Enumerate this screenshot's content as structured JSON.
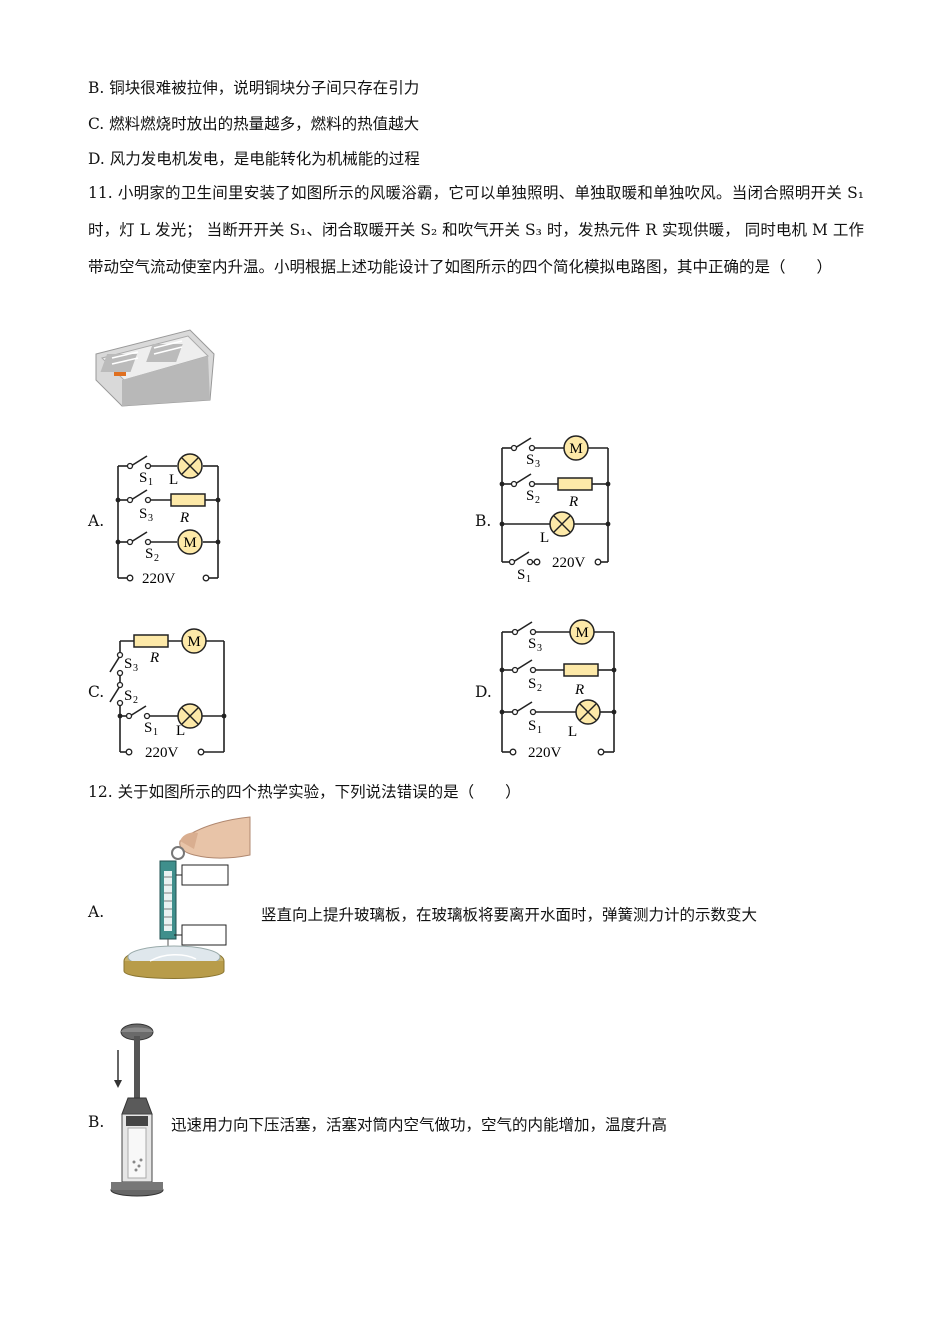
{
  "prev_options": [
    {
      "label": "B.",
      "text": "铜块很难被拉伸，说明铜块分子间只存在引力"
    },
    {
      "label": "C.",
      "text": "燃料燃烧时放出的热量越多，燃料的热值越大"
    },
    {
      "label": "D.",
      "text": "风力发电机发电，是电能转化为机械能的过程"
    }
  ],
  "q11": {
    "number": "11.",
    "text": "小明家的卫生间里安装了如图所示的风暖浴霸，它可以单独照明、单独取暖和单独吹风。当闭合照明开关 S₁ 时，灯 L 发光；  当断开开关 S₁、闭合取暖开关 S₂ 和吹气开关 S₃ 时，发热元件 R 实现供暖，  同时电机 M 工作带动空气流动使室内升温。小明根据上述功能设计了如图所示的四个简化模拟电路图，其中正确的是（　　）",
    "options": [
      "A.",
      "B.",
      "C.",
      "D."
    ],
    "circuit_labels": {
      "s1": "S",
      "s2": "S",
      "s3": "S",
      "sub1": "1",
      "sub2": "2",
      "sub3": "3",
      "lamp": "L",
      "resistor": "R",
      "motor": "M",
      "voltage": "220V"
    }
  },
  "q12": {
    "number": "12.",
    "text": "关于如图所示的四个热学实验，下列说法错误的是（　　）",
    "options": [
      {
        "label": "A.",
        "text": "竖直向上提升玻璃板，在玻璃板将要离开水面时，弹簧测力计的示数变大"
      },
      {
        "label": "B.",
        "text": "迅速用力向下压活塞，活塞对筒内空气做功，空气的内能增加，温度升高"
      }
    ]
  }
}
